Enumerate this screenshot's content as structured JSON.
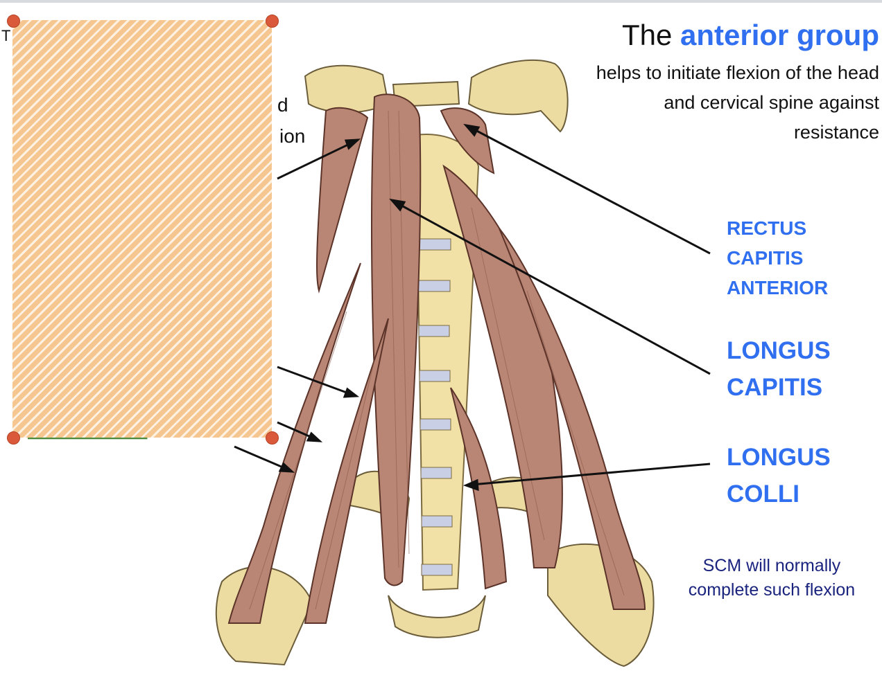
{
  "slide": {
    "title_prefix": "The ",
    "title_accent": "anterior group",
    "subtitle": "helps to initiate flexion of the head and cervical spine against resistance",
    "labels": {
      "rectus_capitis_anterior": [
        "RECTUS",
        "CAPITIS",
        "ANTERIOR"
      ],
      "longus_capitis": [
        "LONGUS",
        "CAPITIS"
      ],
      "longus_colli": [
        "LONGUS",
        "COLLI"
      ]
    },
    "note": "SCM will normally complete such flexion",
    "partially_hidden": {
      "on": "ion",
      "d": "d"
    },
    "colors": {
      "accent": "#2f6ff0",
      "note": "#1a237e",
      "placeholder": "#f6c690",
      "handle": "#d9593a"
    }
  }
}
